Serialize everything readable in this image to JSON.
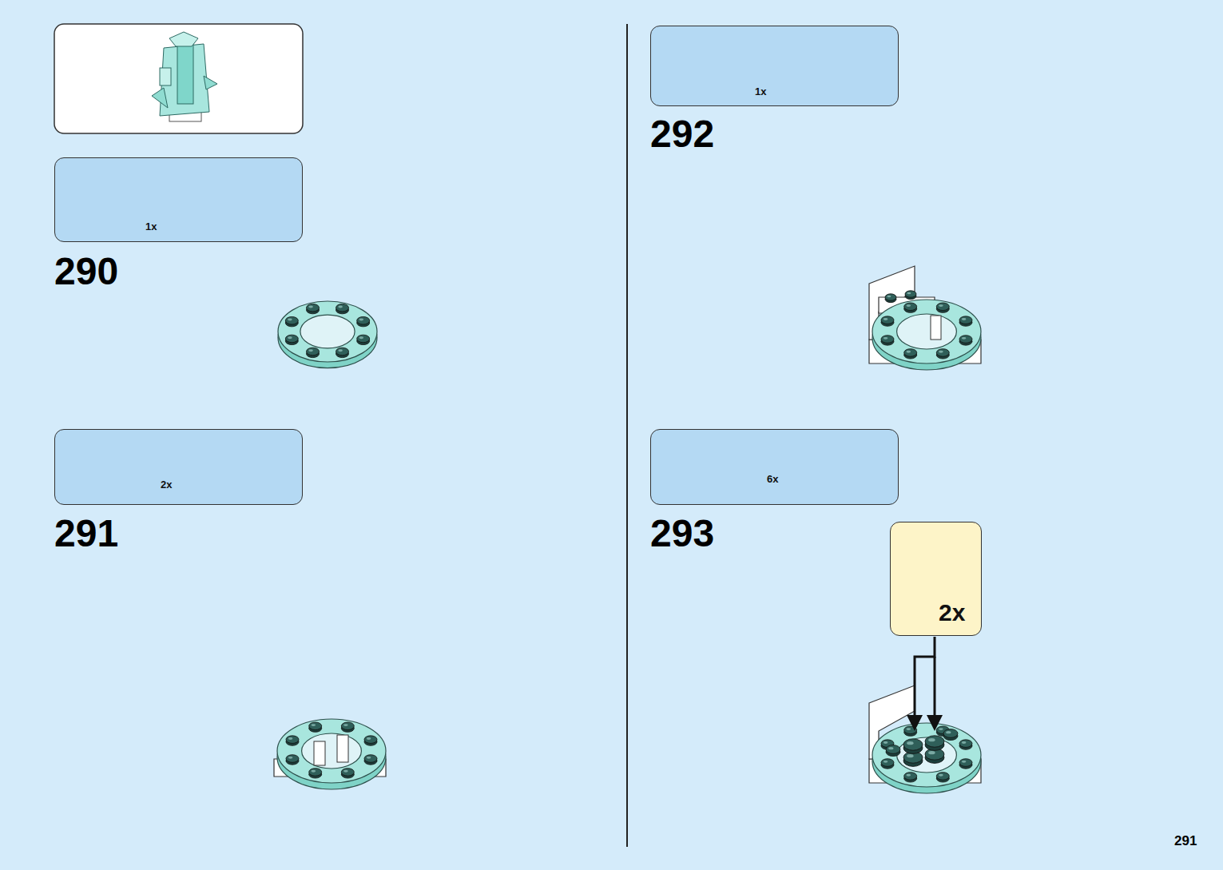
{
  "diagram": {
    "nodes": [
      {
        "text": [
          "1x"
        ]
      },
      {
        "text": [
          "2x"
        ]
      },
      {
        "text": [
          "1x"
        ]
      },
      {
        "text": [
          "6x"
        ]
      },
      {
        "text": [
          "2x"
        ]
      }
    ],
    "labels": [
      "290",
      "291",
      "292",
      "293",
      "291"
    ]
  }
}
